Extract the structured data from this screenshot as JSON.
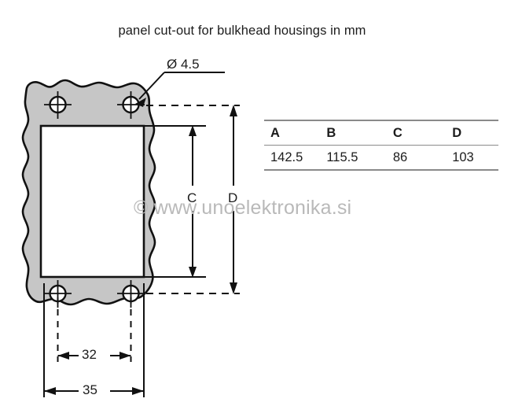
{
  "figure": {
    "title": "panel cut-out for bulkhead housings in mm",
    "watermark": "© www.unoelektronika.si",
    "colors": {
      "panel_fill": "#c6c6c6",
      "outline": "#111111",
      "cutout_fill": "#ffffff",
      "watermark": "#b9b9b9",
      "table_rule": "#8a8a8a",
      "text": "#1c1c1c"
    }
  },
  "annotations": {
    "hole_diameter": "Ø 4.5",
    "dim_c": "C",
    "dim_d": "D",
    "dim_width_inner": "32",
    "dim_width_outer": "35"
  },
  "table": {
    "headers": [
      "A",
      "B",
      "C",
      "D"
    ],
    "rows": [
      [
        "142.5",
        "115.5",
        "86",
        "103"
      ]
    ]
  },
  "chart_data": {
    "type": "table",
    "title": "panel cut-out for bulkhead housings in mm",
    "categories": [
      "A",
      "B",
      "C",
      "D"
    ],
    "values": [
      142.5,
      115.5,
      86,
      103
    ],
    "units": "mm",
    "annotations": {
      "hole_diameter_mm": 4.5,
      "hole_pitch_width_mm": 32,
      "panel_width_mm": 35,
      "vertical_dim_c_mm": 86,
      "vertical_dim_d_mm": 103
    },
    "xlabel": "",
    "ylabel": "",
    "legend": []
  }
}
